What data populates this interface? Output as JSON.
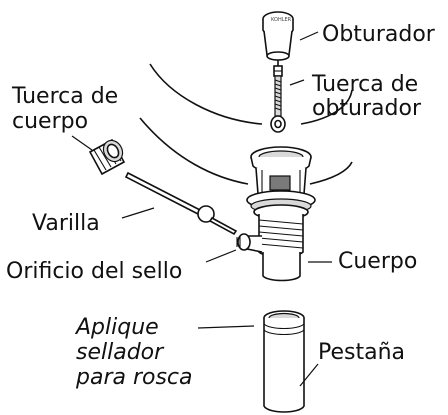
{
  "labels": {
    "obturador": "Obturador",
    "tuerca_obturador_1": "Tuerca de",
    "tuerca_obturador_2": "obturador",
    "tuerca_cuerpo_1": "Tuerca de",
    "tuerca_cuerpo_2": "cuerpo",
    "varilla": "Varilla",
    "orificio": "Orificio del sello",
    "cuerpo": "Cuerpo",
    "aplique_1": "Aplique",
    "aplique_2": "sellador",
    "aplique_3": "para rosca",
    "pestana": "Pestaña"
  },
  "logo_text": "KOHLER"
}
